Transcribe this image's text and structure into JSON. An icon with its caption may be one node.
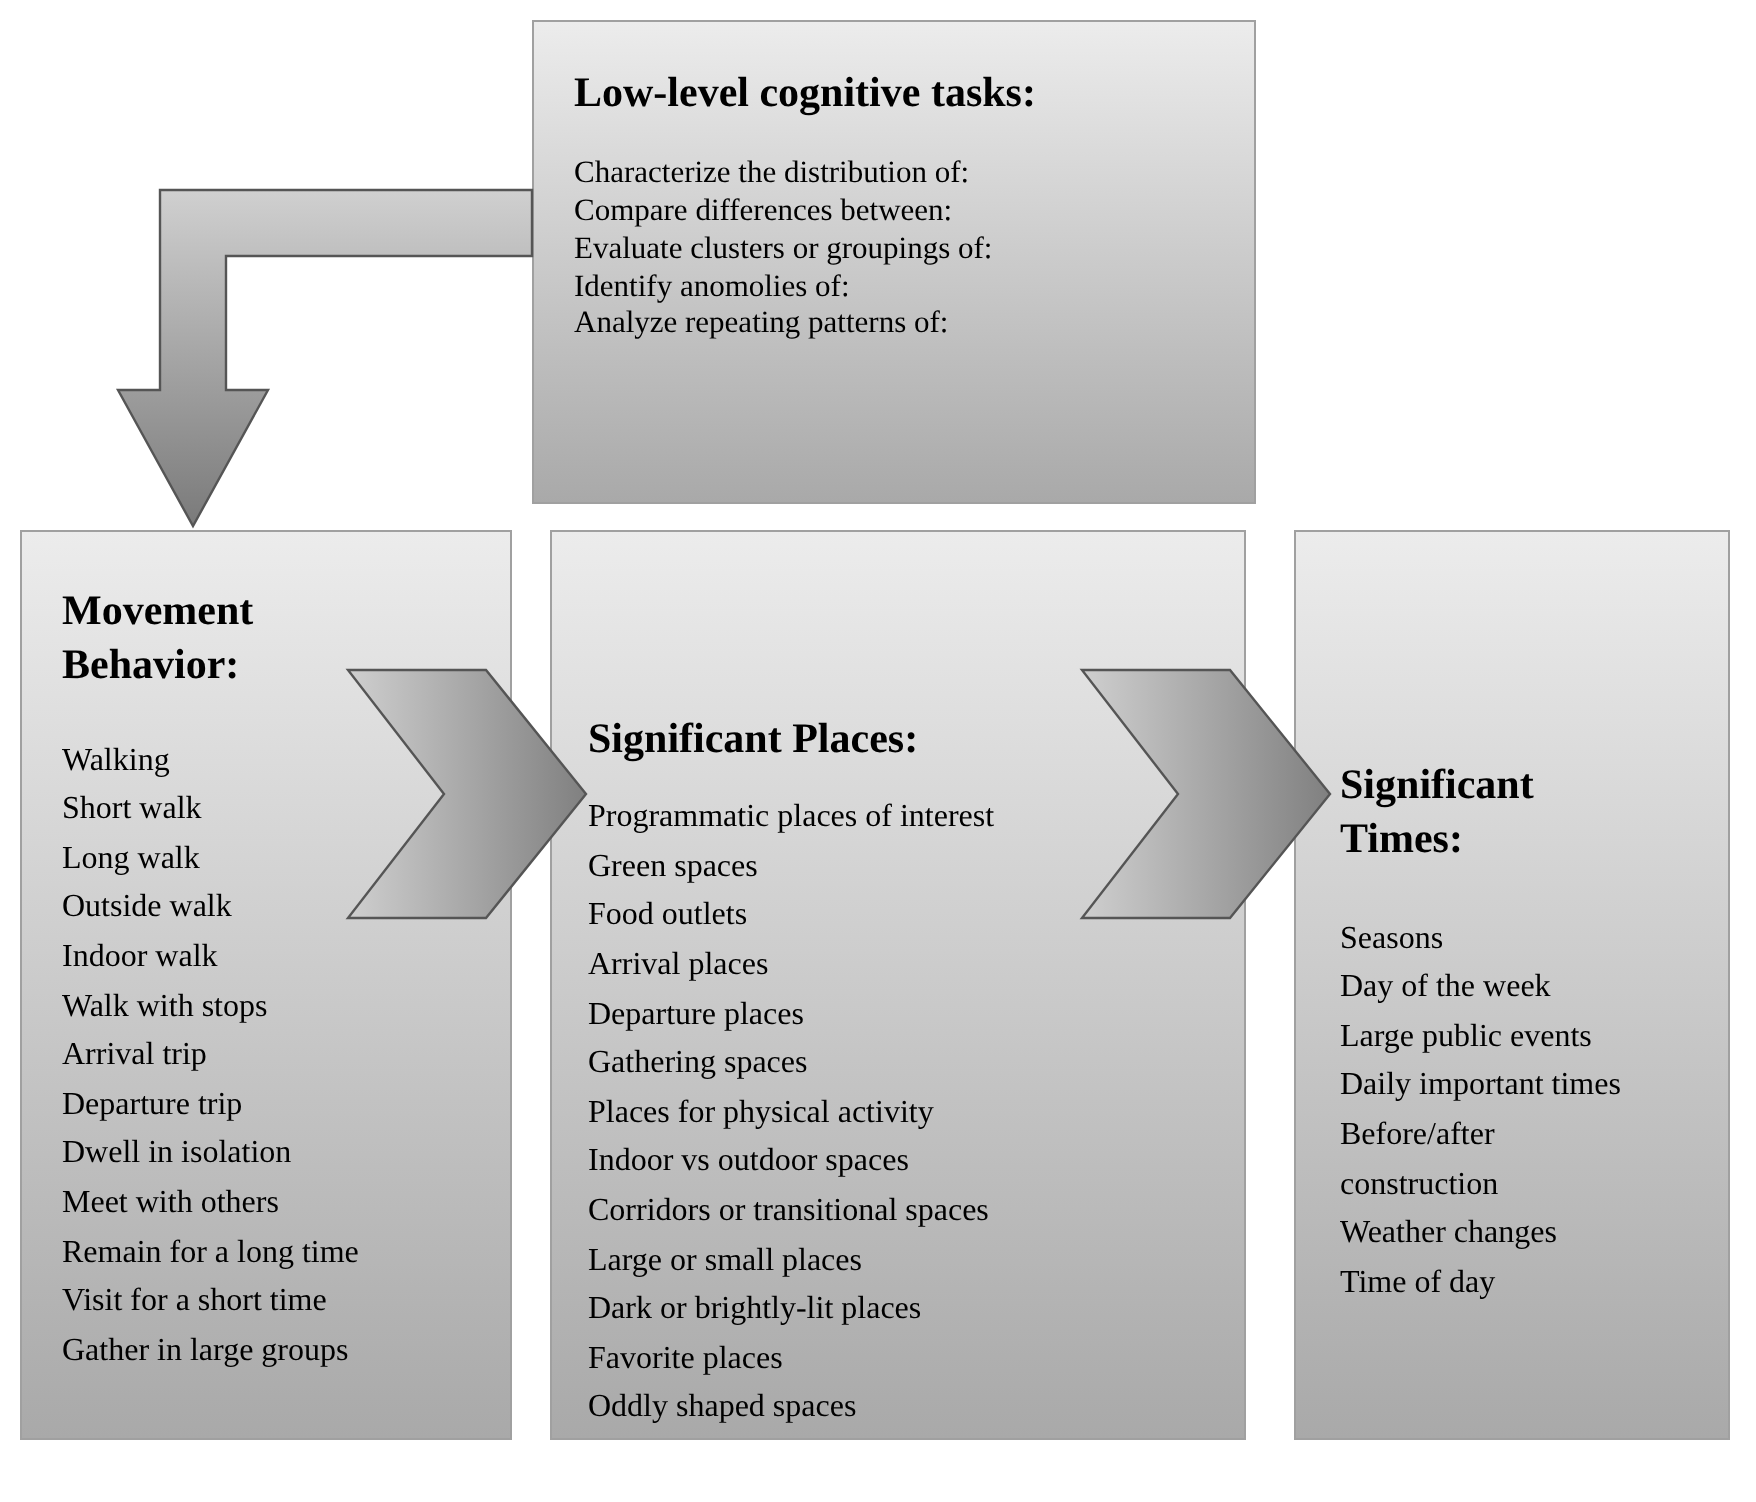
{
  "diagram": {
    "nodes": [
      {
        "text": [
          "Low-level cognitive tasks:",
          "Characterize the distribution of:",
          "Compare differences between:",
          "Evaluate clusters or groupings of:",
          "Identify anomolies of:",
          "Analyze repeating patterns of:"
        ]
      },
      {
        "text": [
          "Movement Behavior:",
          "Walking",
          "Short walk",
          "Long walk",
          "Outside walk",
          "Indoor walk",
          "Walk with stops",
          "Arrival trip",
          "Departure trip",
          "Dwell in isolation",
          "Meet with others",
          "Remain for a long time",
          "Visit for a short time",
          "Gather in large groups"
        ]
      },
      {
        "text": [
          "Significant Places:",
          "Programmatic places of interest",
          "Green spaces",
          "Food outlets",
          "Arrival places",
          "Departure places",
          "Gathering spaces",
          "Places for physical activity",
          "Indoor vs outdoor spaces",
          "Corridors or transitional spaces",
          "Large or small places",
          "Dark or brightly-lit places",
          "Favorite places",
          "Oddly shaped spaces"
        ]
      },
      {
        "text": [
          "Significant Times:",
          "Seasons",
          "Day of the week",
          "Large public events",
          "Daily important times",
          "Before/after construction",
          "Weather changes",
          "Time of day"
        ]
      }
    ],
    "edges": [
      {
        "from": 0,
        "to": 1,
        "arrow": "to",
        "style": "thick"
      },
      {
        "from": 1,
        "to": 2,
        "arrow": "to",
        "style": "thick"
      },
      {
        "from": 2,
        "to": 3,
        "arrow": "to",
        "style": "thick"
      }
    ]
  }
}
